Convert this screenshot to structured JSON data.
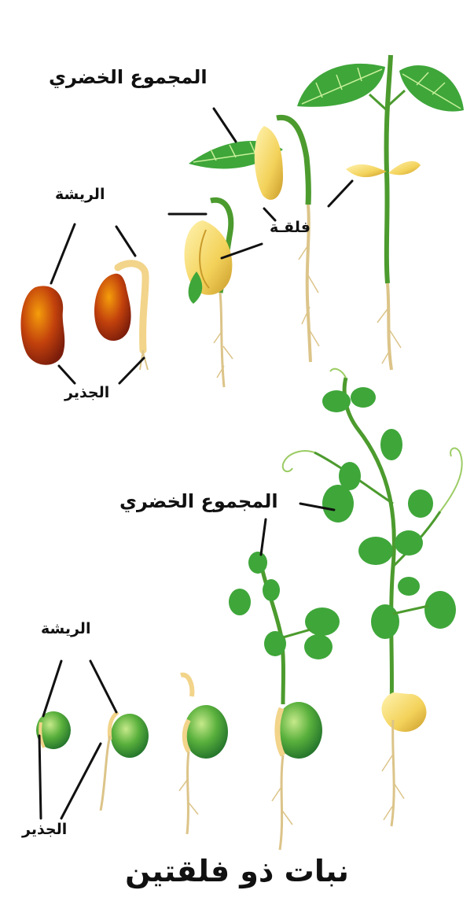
{
  "title": "نبات ذو فلقتين",
  "labels": {
    "bean_shoot": "المجموع الخضري",
    "bean_plumule": "الريشة",
    "bean_cotyledon": "فلقـة",
    "bean_radicle": "الجذير",
    "pea_shoot": "المجموع الخضري",
    "pea_plumule": "الريشة",
    "pea_radicle": "الجذير"
  },
  "colors": {
    "leaf": "#3fa63a",
    "leaf_vein": "#c7f09a",
    "stem": "#4c9b2e",
    "cotyledon": "#f3d25a",
    "root": "#dcc489",
    "seed": "#c2410c",
    "pea": "#4fa83a"
  }
}
